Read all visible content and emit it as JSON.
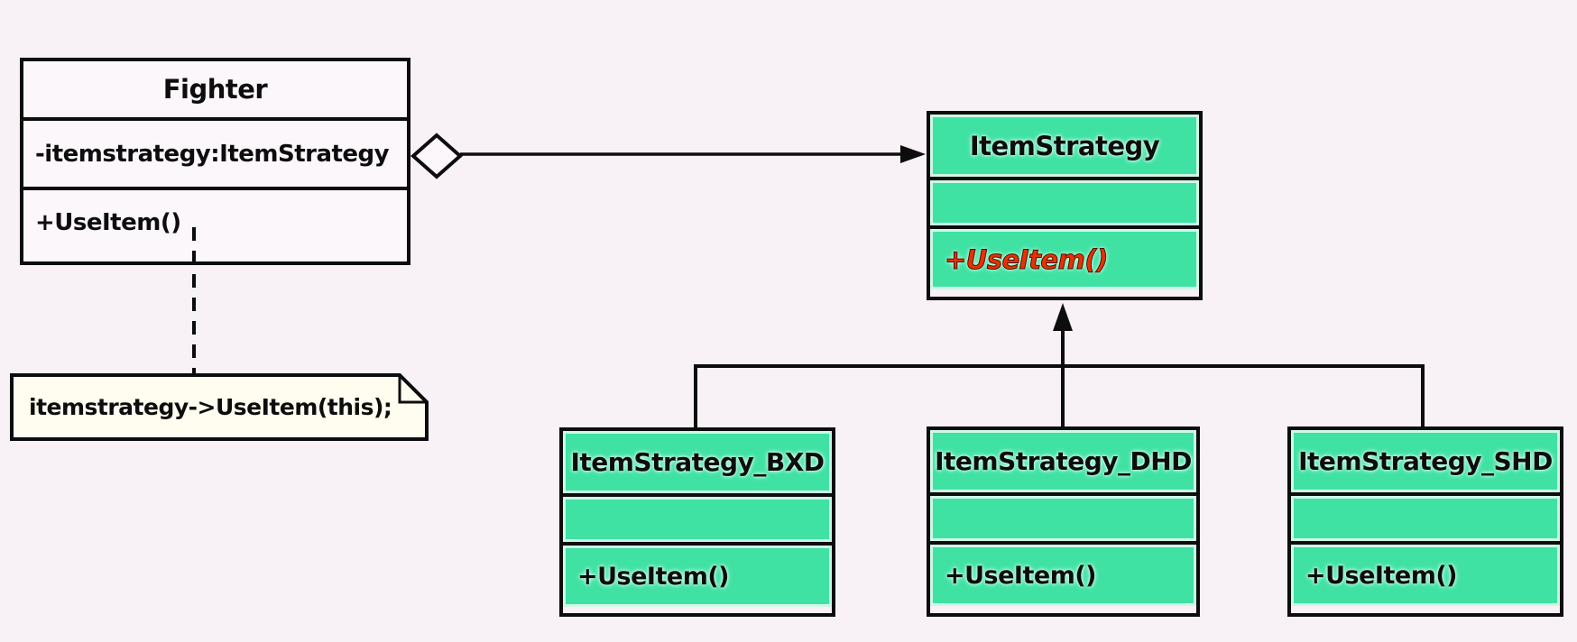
{
  "diagram_type": "uml-class-diagram",
  "pattern": "Strategy",
  "colors": {
    "background": "#f8f1f6",
    "line": "#0d0d0d",
    "class_fill_green": "#3fe2a3",
    "class_fill_white": "#fcf7fa",
    "inner_highlight": "#cdf8e7",
    "abstract_method_color": "#e83200",
    "note_fill": "#fffdf0"
  },
  "classes": {
    "fighter": {
      "name": "Fighter",
      "attributes": [
        "-itemstrategy:ItemStrategy"
      ],
      "methods": [
        "+UseItem()"
      ]
    },
    "item_strategy": {
      "name": "ItemStrategy",
      "attributes": [],
      "methods": [
        "+UseItem()"
      ],
      "method_style": "abstract"
    },
    "item_strategy_bxd": {
      "name": "ItemStrategy_BXD",
      "attributes": [],
      "methods": [
        "+UseItem()"
      ]
    },
    "item_strategy_dhd": {
      "name": "ItemStrategy_DHD",
      "attributes": [],
      "methods": [
        "+UseItem()"
      ]
    },
    "item_strategy_shd": {
      "name": "ItemStrategy_SHD",
      "attributes": [],
      "methods": [
        "+UseItem()"
      ]
    }
  },
  "note": {
    "text": "itemstrategy->UseItem(this);"
  },
  "relationships": [
    {
      "type": "aggregation",
      "from": "Fighter",
      "to": "ItemStrategy"
    },
    {
      "type": "generalization",
      "from": "ItemStrategy_BXD",
      "to": "ItemStrategy"
    },
    {
      "type": "generalization",
      "from": "ItemStrategy_DHD",
      "to": "ItemStrategy"
    },
    {
      "type": "generalization",
      "from": "ItemStrategy_SHD",
      "to": "ItemStrategy"
    },
    {
      "type": "note-anchor",
      "from": "Fighter.UseItem()",
      "to": "note"
    }
  ]
}
